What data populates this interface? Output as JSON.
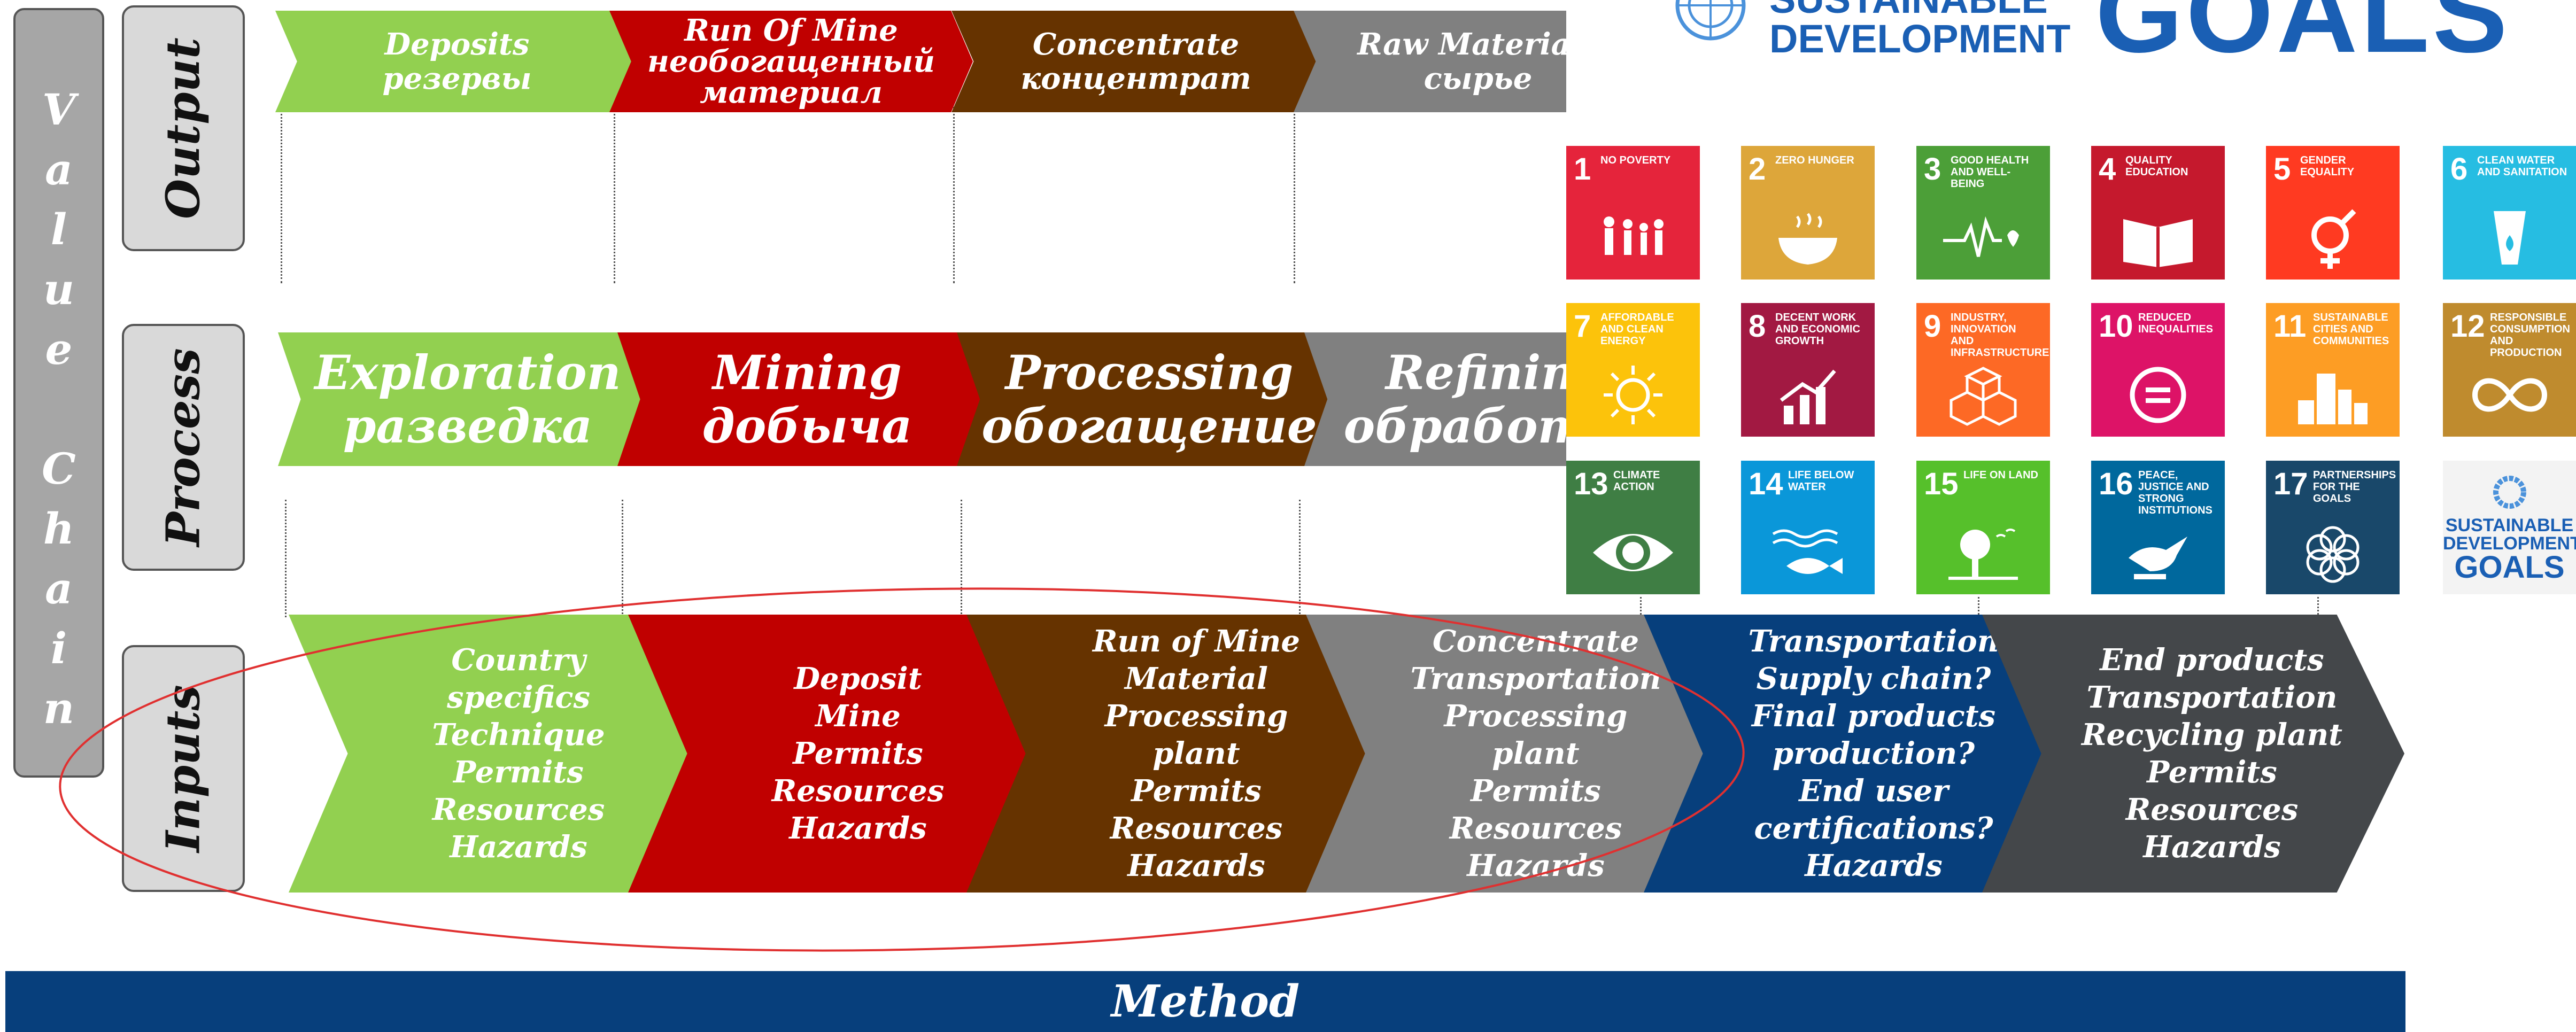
{
  "value_chain_label": "Value Chain",
  "rows": {
    "output": "Output",
    "process": "Process",
    "inputs": "Inputs"
  },
  "output_row": [
    {
      "text": "Deposits\nрезервы",
      "color": "#92d050"
    },
    {
      "text": "Run Of Mine\nнеобогащенный\nматериал",
      "color": "#c00000"
    },
    {
      "text": "Concentrate\nконцентрат",
      "color": "#663300"
    },
    {
      "text": "Raw Materials\nсырье",
      "color": "#808080"
    }
  ],
  "process_row": [
    {
      "text": "Exploration\nразведка",
      "color": "#92d050"
    },
    {
      "text": "Mining\nдобыча",
      "color": "#c00000"
    },
    {
      "text": "Processing\nобогащение",
      "color": "#663300"
    },
    {
      "text": "Refining\nобработка",
      "color": "#808080"
    }
  ],
  "inputs_row": [
    {
      "text": "Country\nspecifics\nTechnique\nPermits\nResources\nHazards",
      "color": "#92d050"
    },
    {
      "text": "Deposit\nMine\nPermits\nResources\nHazards",
      "color": "#c00000"
    },
    {
      "text": "Run of Mine\nMaterial\nProcessing\nplant\nPermits\nResources\nHazards",
      "color": "#663300"
    },
    {
      "text": "Concentrate\nTransportation\nProcessing\nplant\nPermits\nResources\nHazards",
      "color": "#808080"
    },
    {
      "text": "Transportation\nSupply chain?\nFinal products\nproduction?\nEnd user\ncertifications?\nHazards",
      "color": "#073f7c"
    },
    {
      "text": "End products\nTransportation\nRecycling plant\nPermits\nResources\nHazards",
      "color": "#44474a"
    }
  ],
  "method_label": "Method",
  "sdg": {
    "header_line1": "SUSTAINABLE",
    "header_line2": "DEVELOPMENT",
    "header_goals": "GOALS",
    "tiles": [
      {
        "num": "1",
        "name": "No poverty",
        "color": "#e5243b",
        "icon": "family-icon"
      },
      {
        "num": "2",
        "name": "Zero hunger",
        "color": "#dda63a",
        "icon": "bowl-icon"
      },
      {
        "num": "3",
        "name": "Good health and well-being",
        "color": "#4c9f38",
        "icon": "heartbeat-icon"
      },
      {
        "num": "4",
        "name": "Quality education",
        "color": "#c5192d",
        "icon": "book-icon"
      },
      {
        "num": "5",
        "name": "Gender equality",
        "color": "#ff3a21",
        "icon": "gender-icon"
      },
      {
        "num": "6",
        "name": "Clean water and sanitation",
        "color": "#26bde2",
        "icon": "water-drop-icon"
      },
      {
        "num": "7",
        "name": "Affordable and clean energy",
        "color": "#fcc30b",
        "icon": "sun-icon"
      },
      {
        "num": "8",
        "name": "Decent work and economic growth",
        "color": "#a21942",
        "icon": "growth-chart-icon"
      },
      {
        "num": "9",
        "name": "Industry, innovation and infrastructure",
        "color": "#fd6925",
        "icon": "cubes-icon"
      },
      {
        "num": "10",
        "name": "Reduced inequalities",
        "color": "#dd1367",
        "icon": "equal-icon"
      },
      {
        "num": "11",
        "name": "Sustainable cities and communities",
        "color": "#fd9d24",
        "icon": "city-icon"
      },
      {
        "num": "12",
        "name": "Responsible consumption and production",
        "color": "#bf8b2e",
        "icon": "infinity-icon"
      },
      {
        "num": "13",
        "name": "Climate action",
        "color": "#3f7e44",
        "icon": "eye-globe-icon"
      },
      {
        "num": "14",
        "name": "Life below water",
        "color": "#0a97d9",
        "icon": "fish-icon"
      },
      {
        "num": "15",
        "name": "Life on land",
        "color": "#56c02b",
        "icon": "tree-icon"
      },
      {
        "num": "16",
        "name": "Peace, justice and strong institutions",
        "color": "#00689d",
        "icon": "dove-icon"
      },
      {
        "num": "17",
        "name": "Partnerships for the goals",
        "color": "#19486a",
        "icon": "rings-icon"
      }
    ],
    "logo_line1": "SUSTAINABLE",
    "logo_line2": "DEVELOPMENT",
    "logo_line3": "GOALS"
  }
}
